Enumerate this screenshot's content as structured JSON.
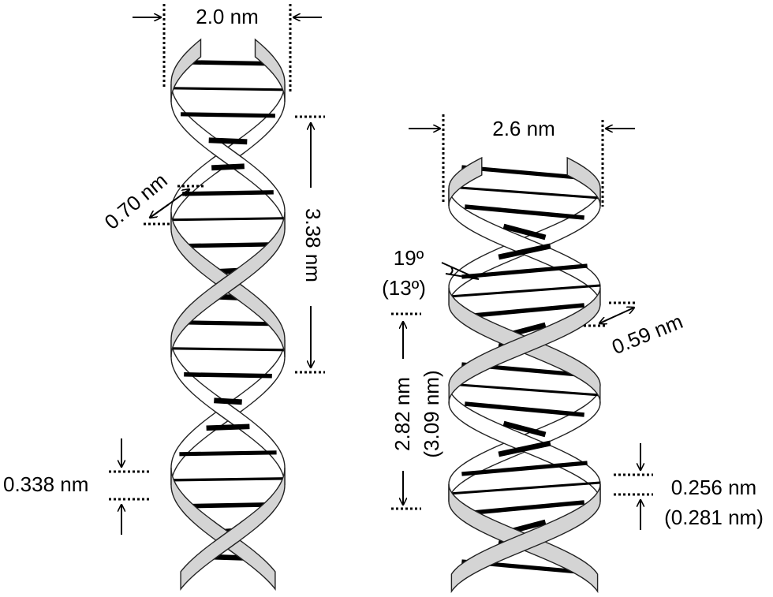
{
  "colors": {
    "strand_fill": "#d4d4d4",
    "strand_back": "#ffffff",
    "rung": "#000000",
    "outline": "#222222"
  },
  "left_helix": {
    "width_label": "2.0 nm",
    "groove_label": "0.70 nm",
    "pitch_label": "3.38 nm",
    "rise_label": "0.338 nm"
  },
  "right_helix": {
    "width_label": "2.6 nm",
    "tilt_label": "19º",
    "tilt_alt_label": "(13º)",
    "groove_label": "0.59 nm",
    "pitch_label": "2.82 nm",
    "pitch_alt_label": "(3.09 nm)",
    "rise_label": "0.256 nm",
    "rise_alt_label": "(0.281 nm)"
  }
}
